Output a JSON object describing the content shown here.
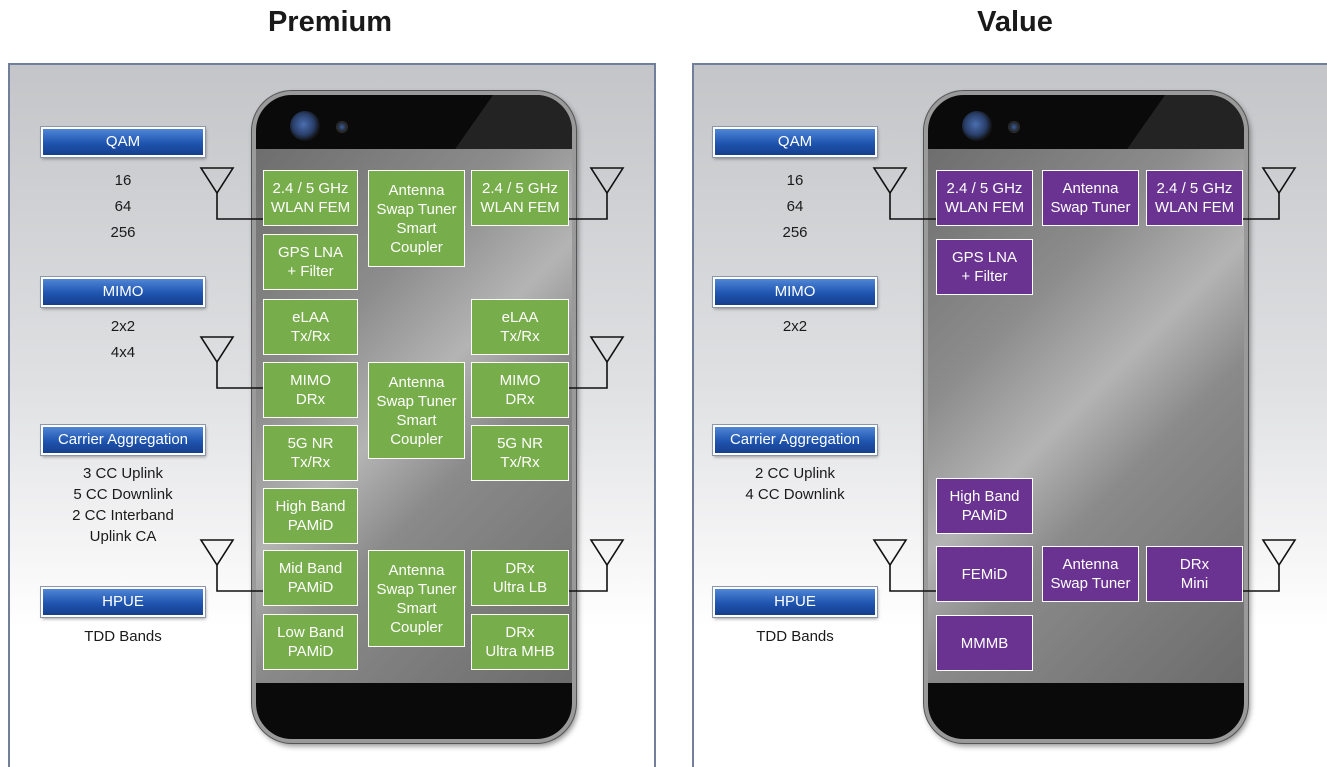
{
  "colors": {
    "premium_component": "#78ad4c",
    "value_component": "#6a3392",
    "badge": "#2a5fb8"
  },
  "premium": {
    "title": "Premium",
    "labels": {
      "qam": "QAM",
      "mimo": "MIMO",
      "ca": "Carrier Aggregation",
      "hpue": "HPUE"
    },
    "qam_values": "16\n64\n256",
    "mimo_values": "2x2\n4x4",
    "ca_values": "3 CC Uplink\n5 CC Downlink\n2 CC Interband\nUplink CA",
    "hpue_values": "TDD Bands",
    "components": {
      "wlan_left": "2.4 / 5 GHz\nWLAN FEM",
      "tuner_top": "Antenna\nSwap Tuner\nSmart\nCoupler",
      "wlan_right": "2.4 / 5 GHz\nWLAN FEM",
      "gps": "GPS LNA\n+ Filter",
      "elaa_left": "eLAA\nTx/Rx",
      "elaa_right": "eLAA\nTx/Rx",
      "mimo_left": "MIMO\nDRx",
      "tuner_mid": "Antenna\nSwap Tuner\nSmart\nCoupler",
      "mimo_right": "MIMO\nDRx",
      "nr_left": "5G NR\nTx/Rx",
      "nr_right": "5G NR\nTx/Rx",
      "high_band": "High Band\nPAMiD",
      "mid_band": "Mid Band\nPAMiD",
      "tuner_bottom": "Antenna\nSwap Tuner\nSmart\nCoupler",
      "drx_lb": "DRx\nUltra LB",
      "low_band": "Low Band\nPAMiD",
      "drx_mhb": "DRx\nUltra MHB"
    }
  },
  "value": {
    "title": "Value",
    "labels": {
      "qam": "QAM",
      "mimo": "MIMO",
      "ca": "Carrier Aggregation",
      "hpue": "HPUE"
    },
    "qam_values": "16\n64\n256",
    "mimo_values": "2x2",
    "ca_values": "2 CC Uplink\n4 CC Downlink",
    "hpue_values": "TDD Bands",
    "components": {
      "wlan_left": "2.4 / 5 GHz\nWLAN FEM",
      "tuner_top": "Antenna\nSwap Tuner",
      "wlan_right": "2.4 / 5 GHz\nWLAN FEM",
      "gps": "GPS LNA\n+ Filter",
      "high_band": "High Band\nPAMiD",
      "femid": "FEMiD",
      "tuner_bottom": "Antenna\nSwap Tuner",
      "drx_mini": "DRx\nMini",
      "mmmb": "MMMB"
    }
  }
}
